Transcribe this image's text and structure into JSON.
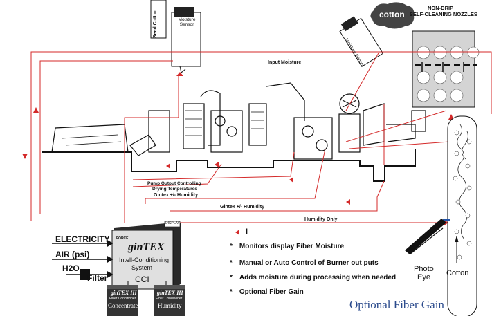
{
  "labels": {
    "seed_cotton": "Seed Cotton",
    "moisture_sensor_top": "Moisture Sensor",
    "moisture_sensor_right": "Moisture Sensor",
    "cotton_cloud": "cotton",
    "nozzles_line1": "NON-DRIP",
    "nozzles_line2": "SELF-CLEANING NOZZLES",
    "input_moisture": "Input Moisture",
    "pump_output_line1": "Pump Output Controlling",
    "pump_output_line2": "Drying Temperatures",
    "gintex_humidity_1": "Gintex +/- Humidity",
    "gintex_humidity_2": "Gintex +/- Humidity",
    "humidity_only": "Humidity Only",
    "moisture": "MOISTURE",
    "photo_eye_line1": "Photo",
    "photo_eye_line2": "Eye",
    "cotton_column": "Cotton",
    "title": "Optional Fiber Gain"
  },
  "inputs": [
    "ELECTRICITY",
    "AIR (psi)",
    "H2O",
    "Filter"
  ],
  "console": {
    "brand": "ginTEX",
    "line1": "Intell-Conditioning",
    "line2": "System",
    "model": "CCI",
    "display": "DISPLAY",
    "maker": "FORCE"
  },
  "tanks": [
    {
      "brand": "ginTEX III",
      "subtitle": "Fiber Conditioner",
      "name": "Concentrate"
    },
    {
      "brand": "ginTEX III",
      "subtitle": "Fiber Conditioner",
      "name": "Humidity"
    }
  ],
  "legend": {
    "symbol": "I"
  },
  "bullets": [
    "Monitors display Fiber Moisture",
    "Manual or Auto Control of Burner out puts",
    "Adds moisture during processing when needed",
    "Optional Fiber Gain"
  ],
  "colors": {
    "flow_red": "#d42a2a",
    "title_blue": "#2a4a8c",
    "ink": "#111111"
  }
}
